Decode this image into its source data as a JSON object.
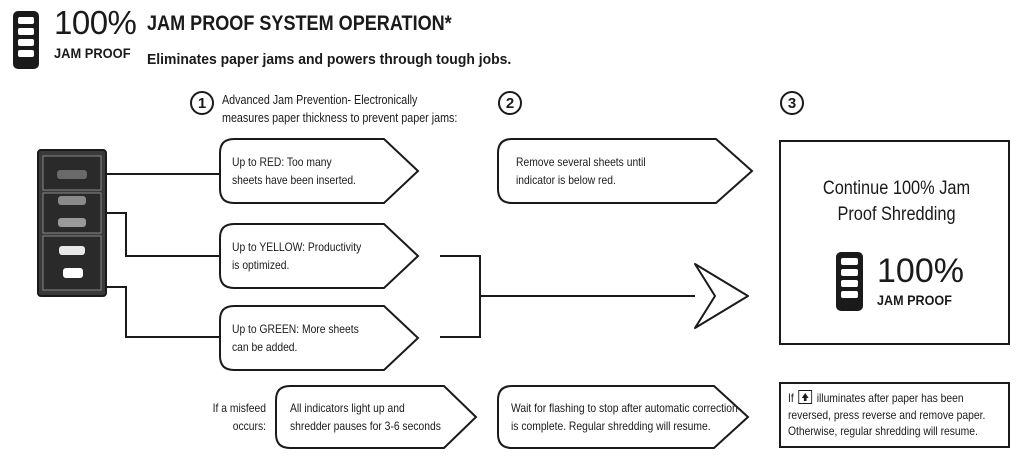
{
  "header": {
    "logo_icon": "jam-proof-indicator-icon",
    "percent": "100%",
    "jam_proof": "JAM PROOF",
    "title": "JAM PROOF SYSTEM OPERATION*",
    "subtitle": "Eliminates paper jams and powers through tough jobs."
  },
  "steps": [
    {
      "number": "1",
      "intro_line1": "Advanced Jam Prevention- Electronically",
      "intro_line2": "measures paper thickness to prevent paper jams:"
    },
    {
      "number": "2"
    },
    {
      "number": "3"
    }
  ],
  "indicators": [
    {
      "line1": "Up to RED: Too many",
      "line2": "sheets have been inserted."
    },
    {
      "line1": "Up to YELLOW: Productivity",
      "line2": "is optimized."
    },
    {
      "line1": "Up to GREEN: More sheets",
      "line2": "can be added."
    }
  ],
  "step2_red": {
    "line1": "Remove several sheets until",
    "line2": "indicator is below red."
  },
  "step3_box": {
    "title": "Continue 100% Jam\nProof Shredding",
    "percent": "100%",
    "jam_proof": "JAM PROOF"
  },
  "misfeed": {
    "label_line1": "If a misfeed",
    "label_line2": "occurs:",
    "step1_line1": "All indicators light up and",
    "step1_line2": "shredder pauses for 3-6 seconds",
    "step2_line1": "Wait for flashing to stop after automatic correction",
    "step2_line2": "is complete. Regular shredding will resume.",
    "step3_line1_pre": "If",
    "step3_line1_post": "illuminates after paper has been",
    "step3_line2": "reversed, press reverse and remove paper.",
    "step3_line3": "Otherwise, regular shredding will resume.",
    "reverse_icon": "reverse-arrow-icon"
  }
}
